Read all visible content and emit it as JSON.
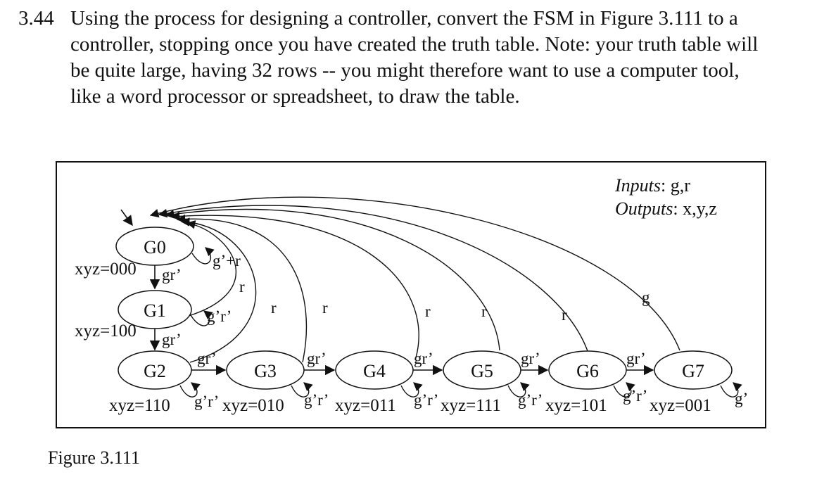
{
  "problem": {
    "number": "3.44",
    "lines": [
      "Using the process for designing a controller, convert the FSM in Figure 3.111 to a",
      "controller, stopping once you have created the truth table. Note: your truth table will",
      "be quite large, having 32 rows -- you might therefore want to use a computer tool,",
      "like a word processor or spreadsheet, to draw the table."
    ]
  },
  "legend": {
    "inputs_label": "Inputs",
    "inputs_value": ": g,r",
    "outputs_label": "Outputs",
    "outputs_value": ": x,y,z"
  },
  "states": [
    {
      "name": "G0",
      "output": "xyz=000"
    },
    {
      "name": "G1",
      "output": "xyz=100"
    },
    {
      "name": "G2",
      "output": "xyz=110"
    },
    {
      "name": "G3",
      "output": "xyz=010"
    },
    {
      "name": "G4",
      "output": "xyz=011"
    },
    {
      "name": "G5",
      "output": "xyz=111"
    },
    {
      "name": "G6",
      "output": "xyz=101"
    },
    {
      "name": "G7",
      "output": "xyz=001"
    }
  ],
  "transitions": {
    "g0_self": "g’+r",
    "g0_to_g1": "gr’",
    "g1_self": "g’r’",
    "g1_to_g0": "r",
    "g1_to_g2": "gr’",
    "g2_to_g3": "gr’",
    "g2_self": "g’r’",
    "g2_to_g0": "r",
    "g3_to_g4": "gr’",
    "g3_self": "g’r’",
    "g3_to_g0": "r",
    "g4_to_g5": "gr’",
    "g4_self": "g’r’",
    "g4_to_g0": "r",
    "g5_to_g6": "gr’",
    "g5_self": "g’r’",
    "g5_to_g0": "r",
    "g6_to_g7": "gr’",
    "g6_self": "g’r’",
    "g6_to_g0": "r",
    "g7_self": "g’",
    "g7_to_g0": "g"
  },
  "caption": "Figure 3.111"
}
